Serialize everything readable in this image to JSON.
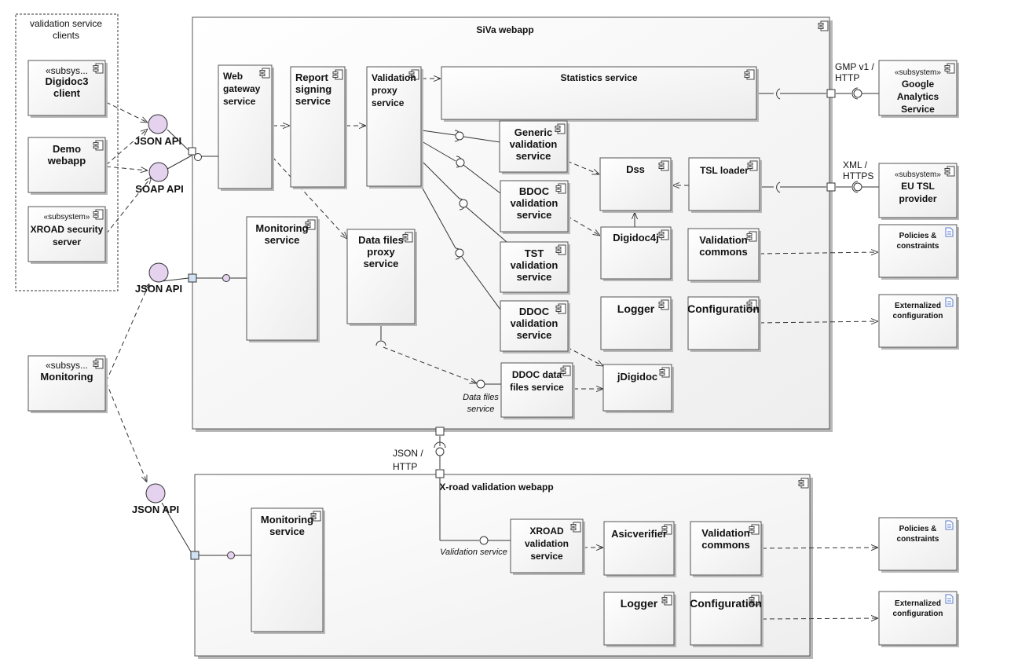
{
  "frames": {
    "clients_title_1": "validation service",
    "clients_title_2": "clients",
    "siva_title": "SiVa webapp",
    "xroad_title": "X-road validation webapp"
  },
  "stereotype_short": "«subsys...",
  "stereotype_full": "«subsystem»",
  "components": {
    "digidoc3_client": [
      "Digidoc3",
      "client"
    ],
    "demo_webapp": [
      "Demo",
      "webapp"
    ],
    "xroad_security_server": [
      "XROAD security",
      "server"
    ],
    "monitoring_client": [
      "Monitoring"
    ],
    "web_gateway": [
      "Web",
      "gateway",
      "service"
    ],
    "report_signing": [
      "Report",
      "signing",
      "service"
    ],
    "validation_proxy": [
      "Validation",
      "proxy",
      "service"
    ],
    "statistics_service": [
      "Statistics service"
    ],
    "generic_validation": [
      "Generic",
      "validation",
      "service"
    ],
    "bdoc_validation": [
      "BDOC",
      "validation",
      "service"
    ],
    "tst_validation": [
      "TST",
      "validation",
      "service"
    ],
    "ddoc_validation": [
      "DDOC",
      "validation",
      "service"
    ],
    "dss": [
      "Dss"
    ],
    "tsl_loader": [
      "TSL loader"
    ],
    "digidoc4j": [
      "Digidoc4j"
    ],
    "validation_commons": [
      "Validation",
      "commons"
    ],
    "logger": [
      "Logger"
    ],
    "configuration": [
      "Configuration"
    ],
    "jdigidoc": [
      "jDigidoc"
    ],
    "monitoring_service": [
      "Monitoring",
      "service"
    ],
    "data_files_proxy": [
      "Data files",
      "proxy",
      "service"
    ],
    "ddoc_data_files": [
      "DDOC data",
      "files service"
    ],
    "google_analytics": [
      "Google",
      "Analytics",
      "Service"
    ],
    "eu_tsl_provider": [
      "EU TSL",
      "provider"
    ],
    "policies_1": [
      "Policies &",
      "constraints"
    ],
    "externalized_1": [
      "Externalized",
      "configuration"
    ],
    "xr_monitoring_service": [
      "Monitoring",
      "service"
    ],
    "xroad_validation": [
      "XROAD",
      "validation",
      "service"
    ],
    "asicverifier": [
      "Asicverifier"
    ],
    "xr_validation_commons": [
      "Validation",
      "commons"
    ],
    "xr_logger": [
      "Logger"
    ],
    "xr_configuration": [
      "Configuration"
    ],
    "policies_2": [
      "Policies &",
      "constraints"
    ],
    "externalized_2": [
      "Externalized",
      "configuration"
    ]
  },
  "interfaces": {
    "json_api": "JSON API",
    "soap_api": "SOAP API",
    "gmp_1": "GMP v1 /",
    "gmp_2": "HTTP",
    "xml_1": "XML /",
    "xml_2": "HTTPS",
    "json_http_1": "JSON /",
    "json_http_2": "HTTP",
    "data_files_1": "Data files",
    "data_files_2": "service",
    "validation_service": "Validation service"
  },
  "colors": {
    "interface_fill": "#e4d2ef",
    "port_fill": "#cfe1f2",
    "box_fill": "#f4f4f4"
  }
}
